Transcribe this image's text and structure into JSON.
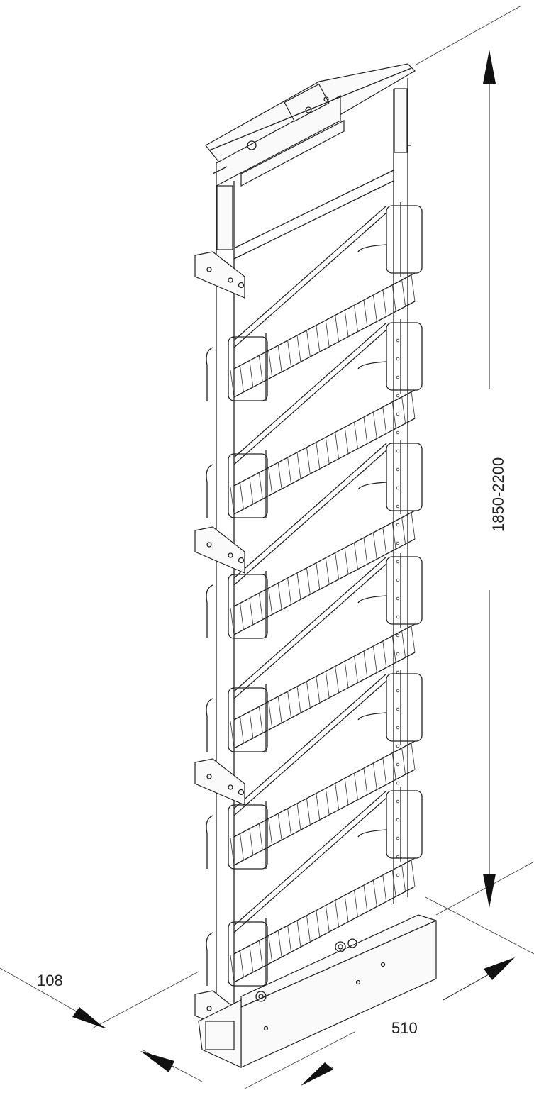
{
  "dimensions": {
    "height": "1850-2200",
    "depth": "108",
    "width": "510"
  },
  "drawing": {
    "basket_count": 6,
    "bracket_count": 4
  }
}
